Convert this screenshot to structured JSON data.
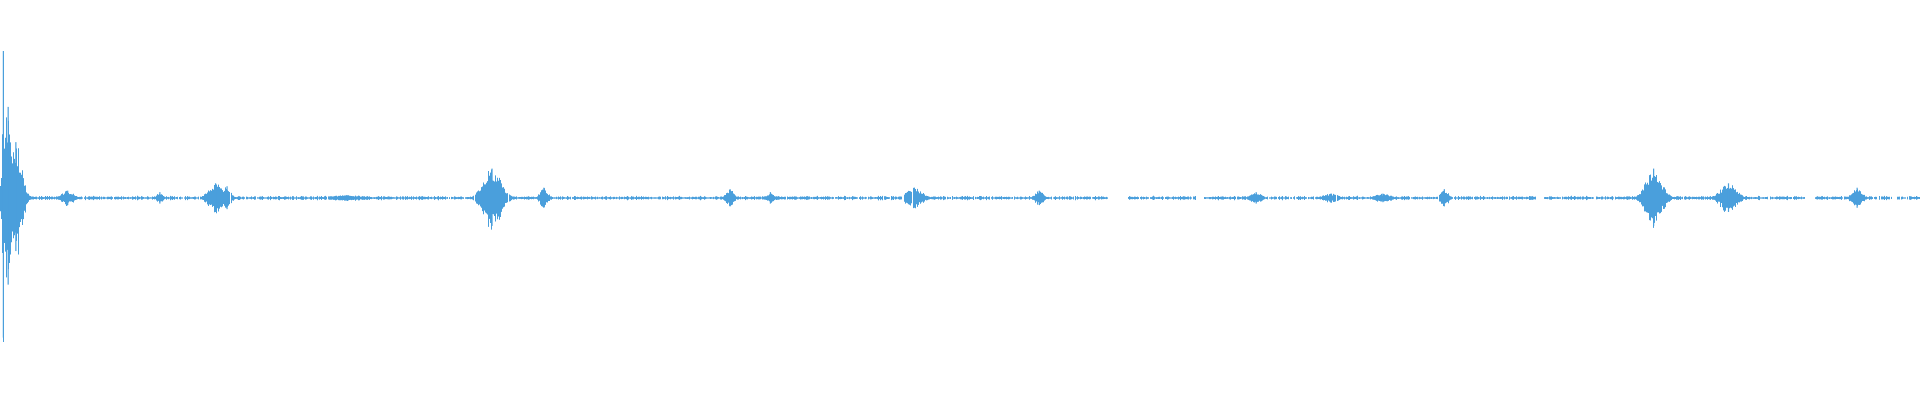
{
  "waveform": {
    "color": "#4a9fdc",
    "duration_units": 1000,
    "amplitude_range": [
      -1,
      1
    ],
    "baseline": 0,
    "noise_floor": 0.012,
    "bursts": [
      {
        "t": 1.5,
        "amp": 1.0,
        "spread": 1
      },
      {
        "t": 4,
        "amp": 0.62,
        "spread": 4
      },
      {
        "t": 8,
        "amp": 0.38,
        "spread": 6
      },
      {
        "t": 35,
        "amp": 0.05,
        "spread": 6
      },
      {
        "t": 83,
        "amp": 0.04,
        "spread": 3
      },
      {
        "t": 112,
        "amp": 0.1,
        "spread": 7
      },
      {
        "t": 118,
        "amp": 0.08,
        "spread": 4
      },
      {
        "t": 180,
        "amp": 0.02,
        "spread": 20
      },
      {
        "t": 256,
        "amp": 0.2,
        "spread": 9
      },
      {
        "t": 283,
        "amp": 0.07,
        "spread": 4
      },
      {
        "t": 380,
        "amp": 0.06,
        "spread": 4
      },
      {
        "t": 401,
        "amp": 0.04,
        "spread": 3
      },
      {
        "t": 476,
        "amp": 0.07,
        "spread": 8
      },
      {
        "t": 541,
        "amp": 0.05,
        "spread": 4
      },
      {
        "t": 654,
        "amp": 0.04,
        "spread": 5
      },
      {
        "t": 693,
        "amp": 0.03,
        "spread": 8
      },
      {
        "t": 720,
        "amp": 0.03,
        "spread": 8
      },
      {
        "t": 752,
        "amp": 0.06,
        "spread": 4
      },
      {
        "t": 861,
        "amp": 0.2,
        "spread": 8
      },
      {
        "t": 900,
        "amp": 0.1,
        "spread": 8
      },
      {
        "t": 967,
        "amp": 0.07,
        "spread": 5
      }
    ],
    "gaps": [
      [
        577,
        587
      ],
      [
        623,
        627
      ],
      [
        800,
        804
      ],
      [
        940,
        945
      ],
      [
        985,
        988
      ]
    ]
  }
}
